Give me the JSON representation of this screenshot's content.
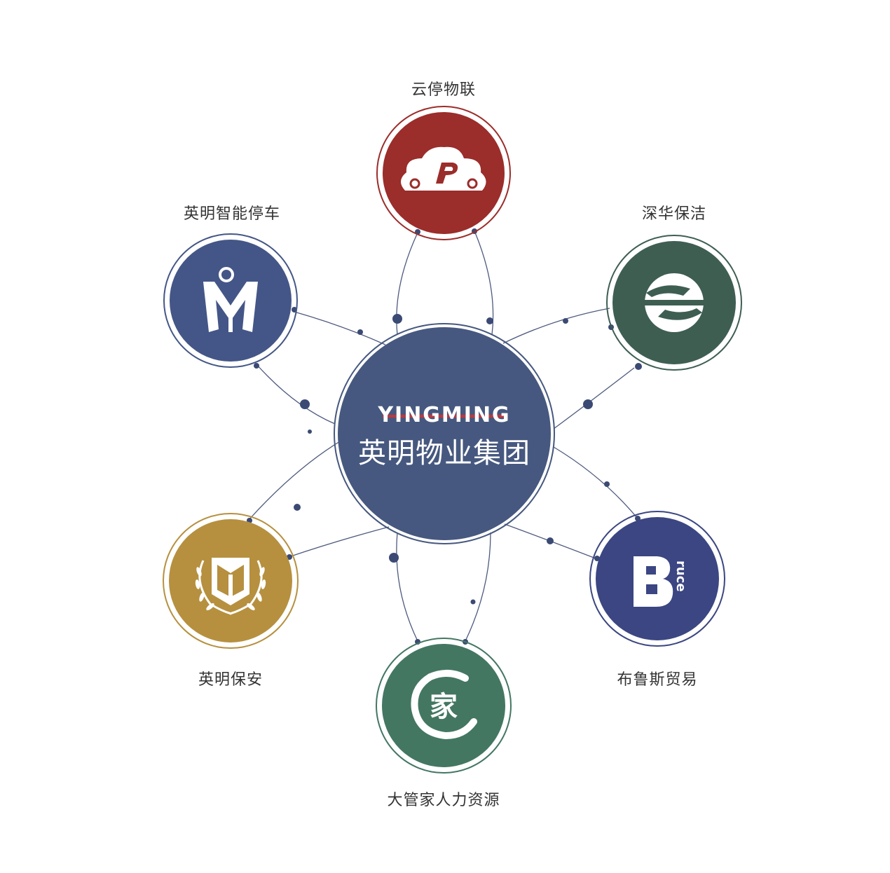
{
  "center": {
    "brand_en": "YINGMING",
    "name": "英明物业集团",
    "fill": "#46587f"
  },
  "nodes": [
    {
      "id": "yuntinwulian",
      "label": "云停物联",
      "fill": "#9b2d2a",
      "ring": "#9b2d2a",
      "icon": "cloud-p-icon"
    },
    {
      "id": "shenhua",
      "label": "深华保洁",
      "fill": "#3e5e52",
      "ring": "#3e5e52",
      "icon": "hands-s-icon"
    },
    {
      "id": "bruce",
      "label": "布鲁斯贸易",
      "fill": "#3b4682",
      "ring": "#3b4682",
      "icon": "b-ruce-icon",
      "icon_text": "ruce"
    },
    {
      "id": "daguanjia",
      "label": "大管家人力资源",
      "fill": "#437762",
      "ring": "#437762",
      "icon": "jia-brush-icon",
      "icon_text": "家"
    },
    {
      "id": "baoan",
      "label": "英明保安",
      "fill": "#b6903f",
      "ring": "#b6903f",
      "icon": "laurel-shield-icon"
    },
    {
      "id": "parking",
      "label": "英明智能停车",
      "fill": "#445687",
      "ring": "#445687",
      "icon": "m-figure-icon"
    }
  ],
  "colors": {
    "line": "#4e5a7e",
    "dot": "#3b4a74",
    "label_text": "#333333"
  }
}
